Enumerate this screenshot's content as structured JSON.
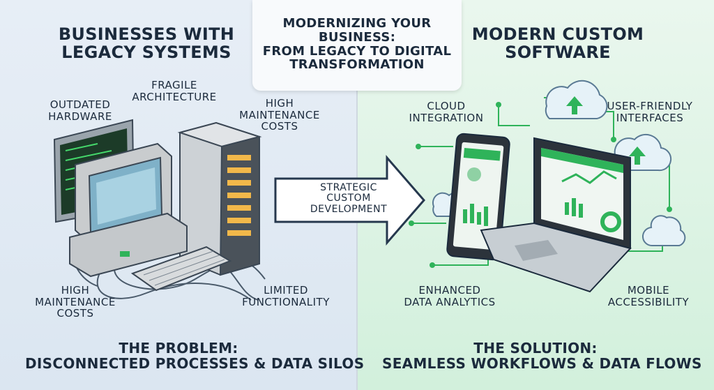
{
  "title": {
    "lines": [
      "Modernizing Your",
      "Business:",
      "From Legacy to Digital",
      "Transformation"
    ]
  },
  "left": {
    "heading_lines": [
      "Businesses with",
      "Legacy Systems"
    ],
    "callouts": {
      "outdated_hardware": [
        "Outdated",
        "Hardware"
      ],
      "fragile_architecture": [
        "Fragile",
        "Architecture"
      ],
      "high_maintenance_top": [
        "High",
        "Maintenance",
        "Costs"
      ],
      "high_maintenance_bottom": [
        "High",
        "Maintenance",
        "Costs"
      ],
      "limited_functionality": [
        "Limited",
        "Functionality"
      ]
    },
    "footer_lines": [
      "The Problem:",
      "Disconnected Processes & Data Silos"
    ]
  },
  "center": {
    "arrow_label_lines": [
      "Strategic",
      "Custom",
      "Development"
    ]
  },
  "right": {
    "heading_lines": [
      "Modern Custom",
      "Software"
    ],
    "callouts": {
      "cloud_integration": [
        "Cloud",
        "Integration"
      ],
      "user_friendly": [
        "User-Friendly",
        "Interfaces"
      ],
      "enhanced_analytics": [
        "Enhanced",
        "Data Analytics"
      ],
      "mobile_accessibility": [
        "Mobile",
        "Accessibility"
      ]
    },
    "footer_lines": [
      "The Solution:",
      "Seamless Workflows & Data Flows"
    ]
  },
  "colors": {
    "left_bg": "#e2eaf4",
    "right_bg": "#dcf3e3",
    "accent_green": "#2fb35a",
    "dark_navy": "#1b2a3c",
    "legacy_gray": "#c9ccce",
    "arrow_fill": "#ffffff"
  },
  "icons": [
    "crt-monitor-icon",
    "server-rack-icon",
    "keyboard-icon",
    "cloud-upload-icon",
    "tablet-icon",
    "laptop-icon",
    "dashboard-chart-icon"
  ]
}
